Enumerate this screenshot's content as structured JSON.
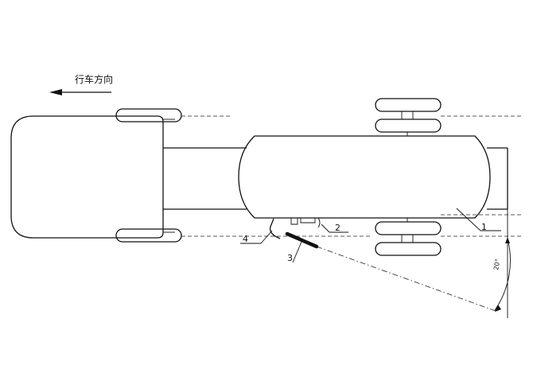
{
  "diagram": {
    "direction_label": "行车方向",
    "labels": {
      "part1": "1",
      "part2": "2",
      "part3": "3",
      "part4": "4"
    },
    "angle_label": "20°"
  }
}
